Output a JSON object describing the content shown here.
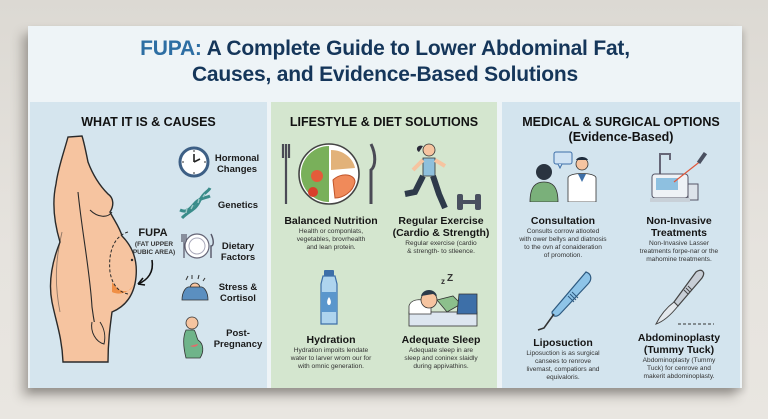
{
  "poster": {
    "title_accent": "FUPA:",
    "title_line1_rest": " A Complete Guide to Lower Abdominal Fat,",
    "title_line2": "Causes, and Evidence-Based Solutions",
    "colors": {
      "title": "#15365a",
      "accent": "#2d6ea3",
      "col1_bg": "#d5e5ee",
      "col2_bg": "#d4e6cf",
      "col3_bg": "#d3e4ee",
      "skin": "#f6c4a0",
      "fat_highlight": "#f08a3c"
    }
  },
  "sections": {
    "causes": {
      "heading": "WHAT IT IS & CAUSES",
      "figure_label": "FUPA",
      "figure_sublabel_1": "(FAT UPPER",
      "figure_sublabel_2": "PUBIC AREA)",
      "items": [
        {
          "icon": "clock-icon",
          "label_1": "Hormonal",
          "label_2": "Changes"
        },
        {
          "icon": "dna-icon",
          "label_1": "Genetics",
          "label_2": ""
        },
        {
          "icon": "plate-icon",
          "label_1": "Dietary",
          "label_2": "Factors"
        },
        {
          "icon": "stressed-person-icon",
          "label_1": "Stress &",
          "label_2": "Cortisol"
        },
        {
          "icon": "pregnant-woman-icon",
          "label_1": "Post-",
          "label_2": "Pregnancy"
        }
      ]
    },
    "lifestyle": {
      "heading": "LIFESTYLE & DIET SOLUTIONS",
      "cards": [
        {
          "icon": "balanced-plate-icon",
          "title_1": "Balanced Nutrition",
          "title_2": "",
          "desc_1": "Health or componlats,",
          "desc_2": "vegetables, brovrhealth",
          "desc_3": "and lean protein."
        },
        {
          "icon": "runner-icon",
          "title_1": "Regular Exercise",
          "title_2": "(Cardio & Strength)",
          "desc_1": "Regular exercise (cardio",
          "desc_2": "& strength- to stleence.",
          "desc_3": ""
        },
        {
          "icon": "water-bottle-icon",
          "title_1": "Hydration",
          "title_2": "",
          "desc_1": "Hydration impoits lendate",
          "desc_2": "water to larver wrom our for",
          "desc_3": "with omnic generation."
        },
        {
          "icon": "sleeping-person-icon",
          "title_1": "Adequate Sleep",
          "title_2": "",
          "desc_1": "Adequate sleep in are",
          "desc_2": "sleep and coninex slaidly",
          "desc_3": "during appivathins."
        }
      ]
    },
    "medical": {
      "heading_1": "MEDICAL & SURGICAL OPTIONS",
      "heading_2": "(Evidence-Based)",
      "cards": [
        {
          "icon": "doctor-consultation-icon",
          "title_1": "Consultation",
          "title_2": "",
          "desc_1": "Consults corrow atlooted",
          "desc_2": "with ower bellys and diatnosis",
          "desc_3": "to the ovn af conaideration",
          "desc_4": "of promotion."
        },
        {
          "icon": "laser-machine-icon",
          "title_1": "Non-Invasive",
          "title_2": "Treatments",
          "desc_1": "Non-Invasive Lasser",
          "desc_2": "treatments forpe-nar or the",
          "desc_3": "mahomine treatments.",
          "desc_4": ""
        },
        {
          "icon": "cannula-icon",
          "title_1": "Liposuction",
          "title_2": "",
          "desc_1": "Liposuction is as surgical",
          "desc_2": "cansees to renrove",
          "desc_3": "livemast, compatiors and",
          "desc_4": "equivaloris."
        },
        {
          "icon": "scalpel-icon",
          "title_1": "Abdominoplasty",
          "title_2": "(Tummy Tuck)",
          "desc_1": "Abdominoplasty (Tummy",
          "desc_2": "Tuck) for cenrove and",
          "desc_3": "makerit abdominoplasty.",
          "desc_4": ""
        }
      ]
    }
  }
}
